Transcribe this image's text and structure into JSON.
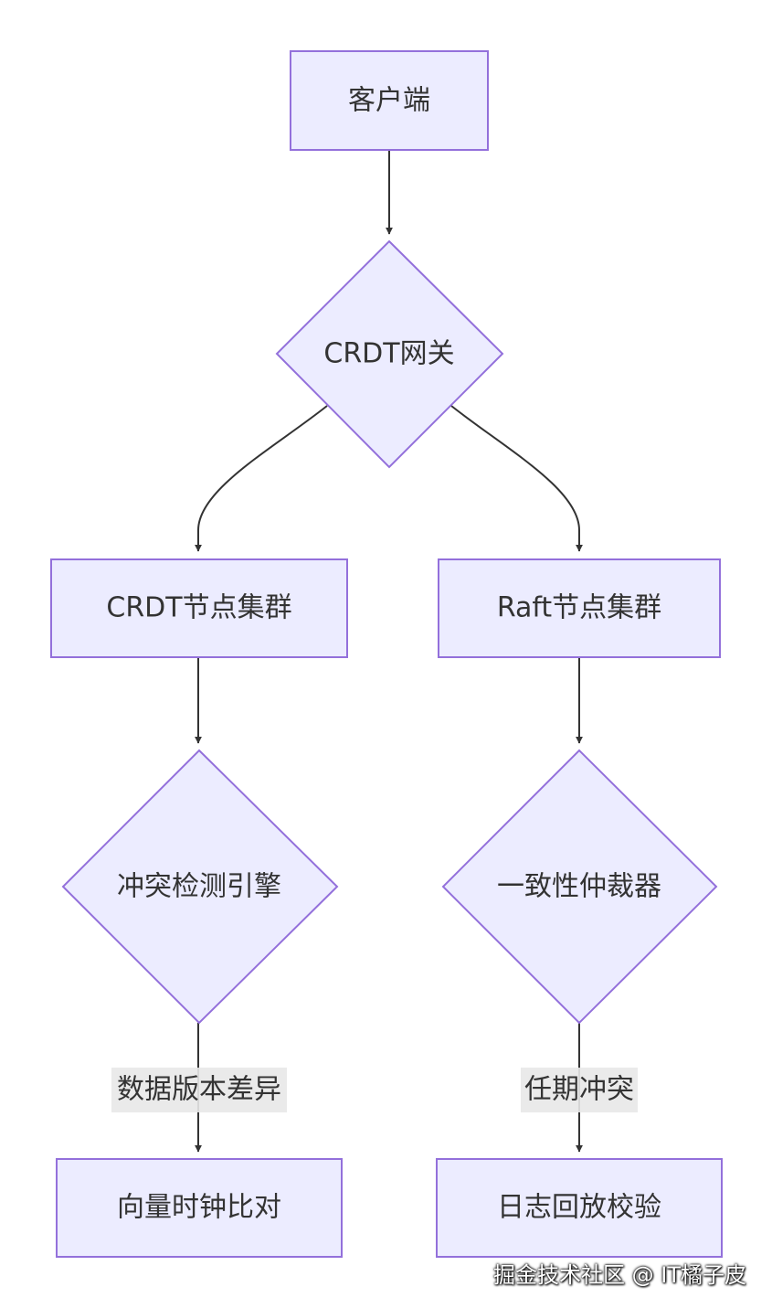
{
  "diagram": {
    "nodes": {
      "client": "客户端",
      "gateway": "CRDT网关",
      "crdt_cluster": "CRDT节点集群",
      "raft_cluster": "Raft节点集群",
      "conflict_engine": "冲突检测引擎",
      "arbiter": "一致性仲裁器",
      "vector_clock": "向量时钟比对",
      "log_replay": "日志回放校验"
    },
    "edge_labels": {
      "data_diff": "数据版本差异",
      "term_conflict": "任期冲突"
    }
  },
  "watermark": "掘金技术社区 @ IT橘子皮",
  "colors": {
    "node_fill": "#ECECFF",
    "node_stroke": "#9370DB",
    "edge": "#333333",
    "text": "#333333"
  }
}
